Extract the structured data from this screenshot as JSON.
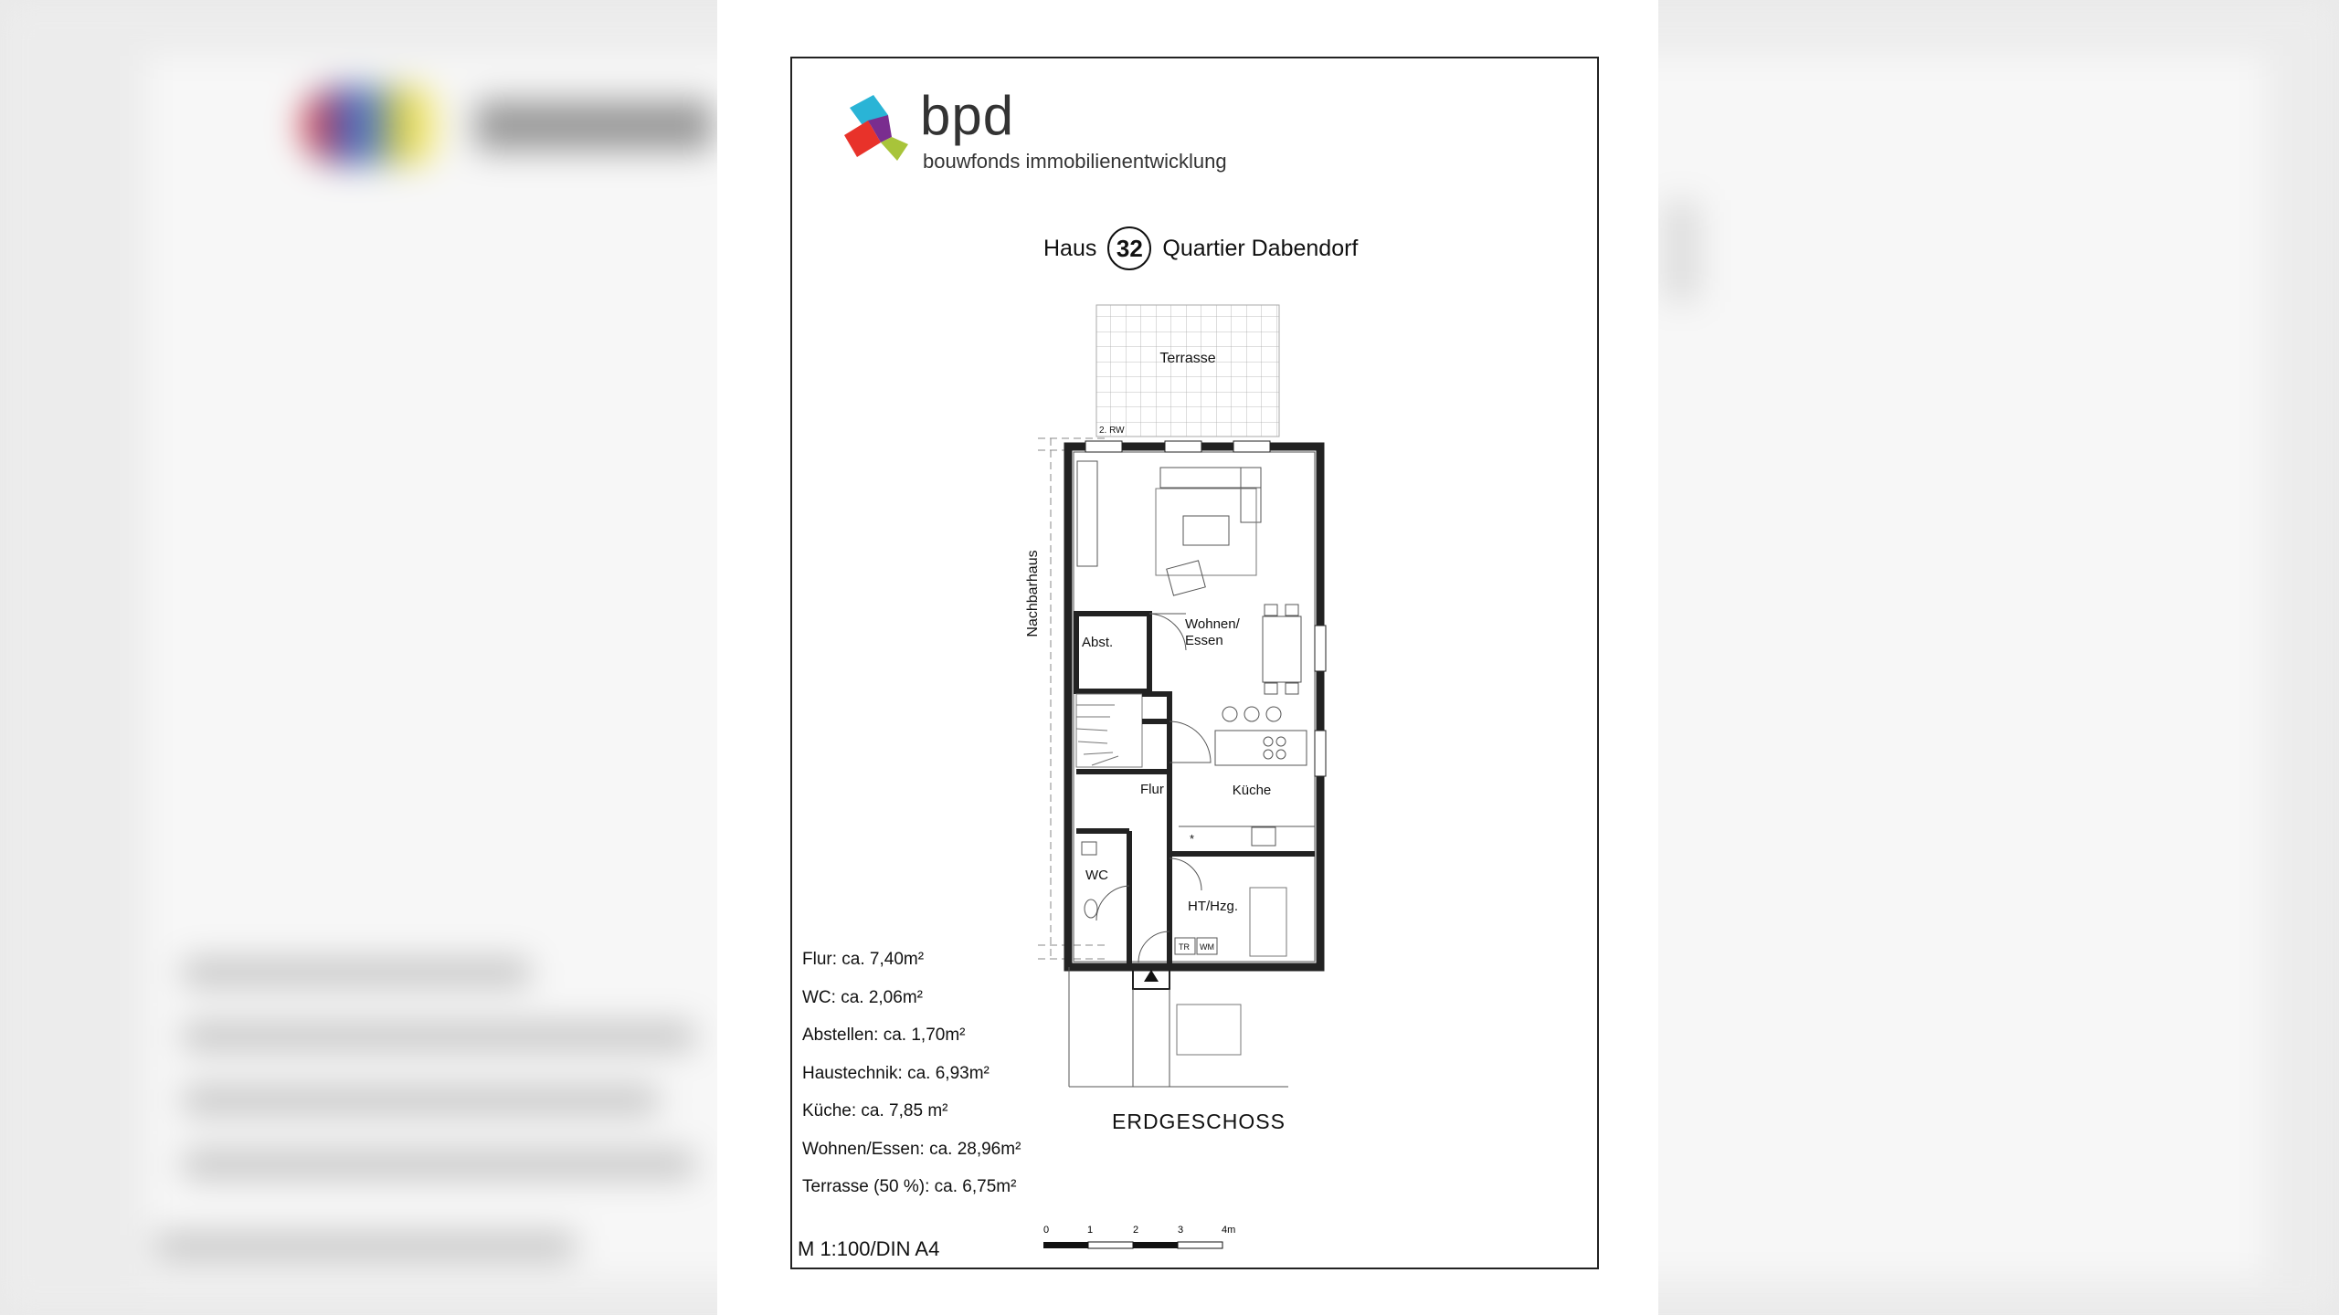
{
  "logo": {
    "wordmark": "bpd",
    "subtitle": "bouwfonds immobilienentwicklung",
    "colors": [
      "#2ab4d6",
      "#e8322a",
      "#7a2d8f",
      "#a8c43a"
    ]
  },
  "title": {
    "prefix": "Haus",
    "house_number": "32",
    "suffix": "Quartier Dabendorf"
  },
  "plan_labels": {
    "terrace": "Terrasse",
    "rw": "2. RW",
    "neighbor": "Nachbarhaus",
    "living_1": "Wohnen/",
    "living_2": "Essen",
    "storage": "Abst.",
    "hall": "Flur",
    "kitchen": "Küche",
    "wc": "WC",
    "tech": "HT/Hzg.",
    "tr": "TR",
    "wm": "WM"
  },
  "floor_label": "ERDGESCHOSS",
  "areas": [
    "Flur: ca. 7,40m²",
    "WC: ca. 2,06m²",
    "Abstellen: ca. 1,70m²",
    "Haustechnik: ca. 6,93m²",
    "Küche: ca. 7,85 m²",
    "Wohnen/Essen: ca. 28,96m²",
    "Terrasse (50 %): ca. 6,75m²"
  ],
  "scale": {
    "text": "M 1:100/DIN A4",
    "ticks": [
      "0",
      "1",
      "2",
      "3",
      "4m"
    ]
  }
}
